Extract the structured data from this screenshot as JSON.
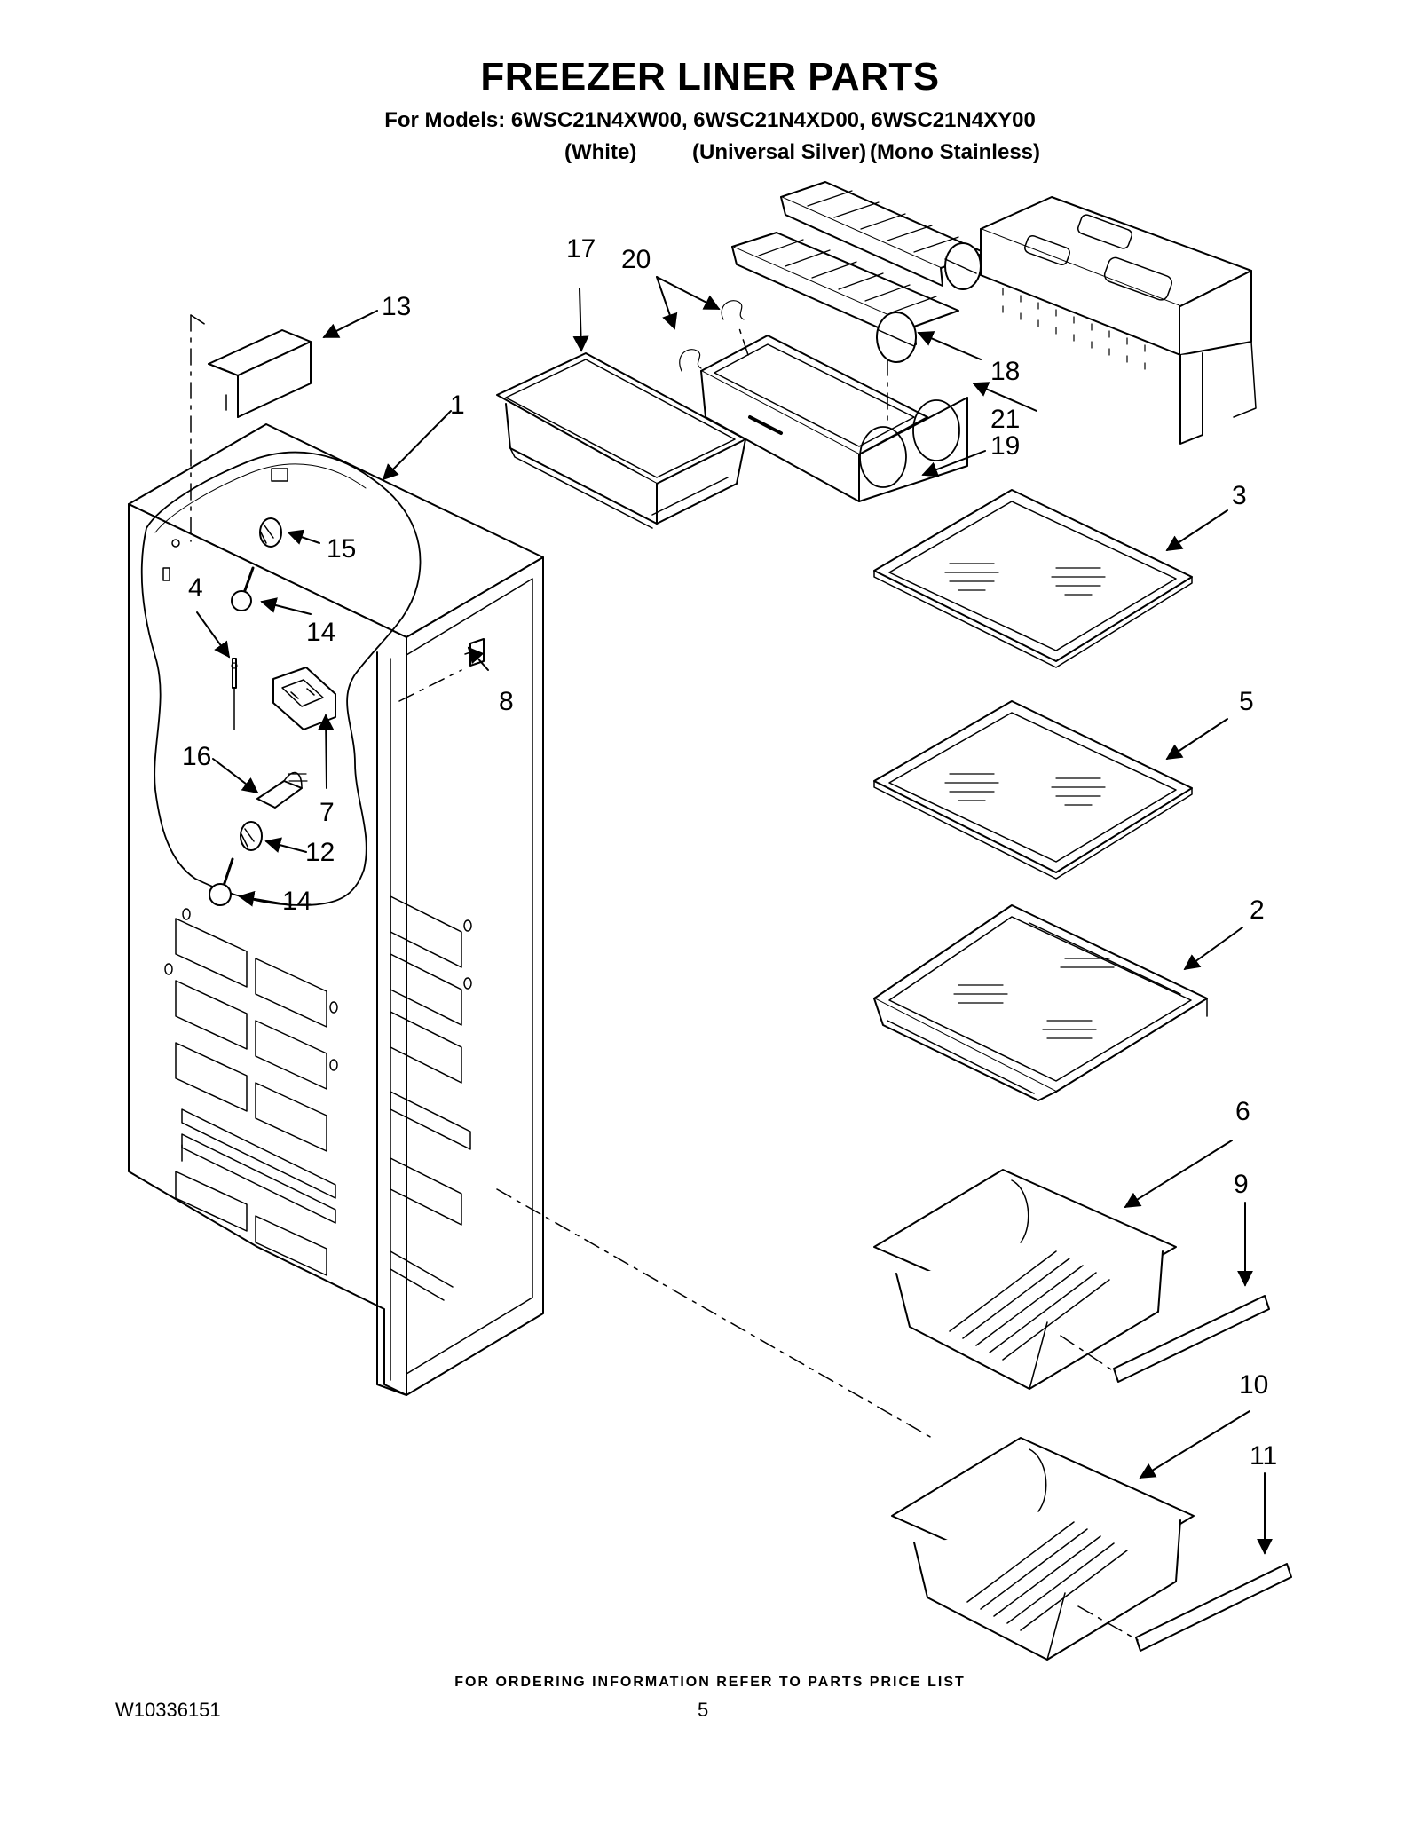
{
  "header": {
    "title": "FREEZER LINER PARTS",
    "models_line": "For Models: 6WSC21N4XW00, 6WSC21N4XD00, 6WSC21N4XY00",
    "variant_white": "(White)",
    "variant_silver": "(Universal Silver)",
    "variant_stainless": "(Mono Stainless)"
  },
  "callouts": {
    "c1": "1",
    "c2": "2",
    "c3": "3",
    "c4": "4",
    "c5": "5",
    "c6": "6",
    "c7": "7",
    "c8": "8",
    "c9": "9",
    "c10": "10",
    "c11": "11",
    "c12": "12",
    "c13": "13",
    "c14a": "14",
    "c14b": "14",
    "c15": "15",
    "c16": "16",
    "c17": "17",
    "c18": "18",
    "c19": "19",
    "c20": "20",
    "c21": "21"
  },
  "footer": {
    "ordering_note": "FOR ORDERING INFORMATION REFER TO PARTS PRICE LIST",
    "document_id": "W10336151",
    "page_number": "5"
  }
}
